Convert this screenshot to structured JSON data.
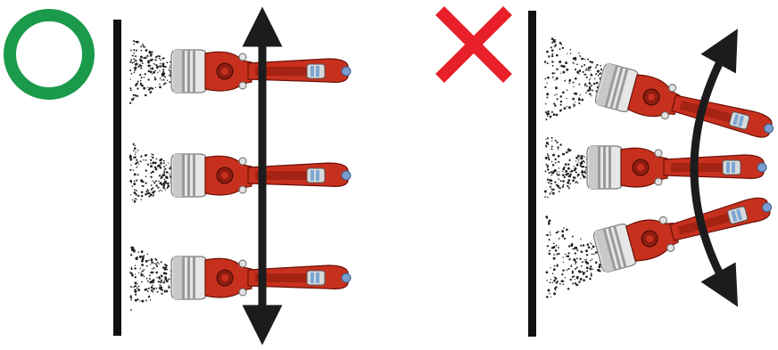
{
  "colors": {
    "correct": "#1a9a4a",
    "incorrect": "#e8202a",
    "wall": "#111111",
    "arrow": "#1c1c1c",
    "gun_body": "#c8301e",
    "gun_body_dark": "#8e1d10",
    "canister": "#e6e6e6",
    "canister_shade": "#a9a9a9"
  },
  "panels": [
    {
      "id": "correct",
      "mark": "circle-icon",
      "motion": "parallel-vertical",
      "gun_count": 3
    },
    {
      "id": "incorrect",
      "mark": "cross-icon",
      "motion": "arc-pivot",
      "gun_count": 3
    }
  ]
}
